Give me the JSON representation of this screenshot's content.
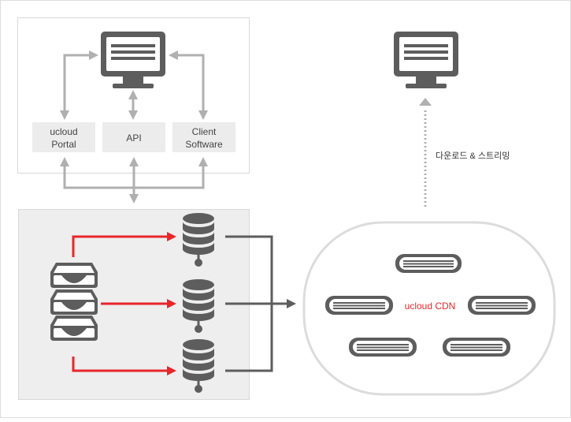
{
  "management": {
    "boxes": [
      {
        "line1": "ucloud",
        "line2": "Portal"
      },
      {
        "line1": "API",
        "line2": ""
      },
      {
        "line1": "Client",
        "line2": "Software"
      }
    ]
  },
  "download_label": "다운로드 & 스트리밍",
  "cdn_label": "ucloud CDN",
  "colors": {
    "accent_red": "#e8262b",
    "dark_gray": "#5d5d5d",
    "arrow_gray": "#b0b0b0",
    "panel_fill": "#eeeeee",
    "box_fill": "#ececec"
  },
  "icons": [
    "monitor-icon",
    "database-icon",
    "server-stack-icon",
    "cdn-server-icon"
  ]
}
